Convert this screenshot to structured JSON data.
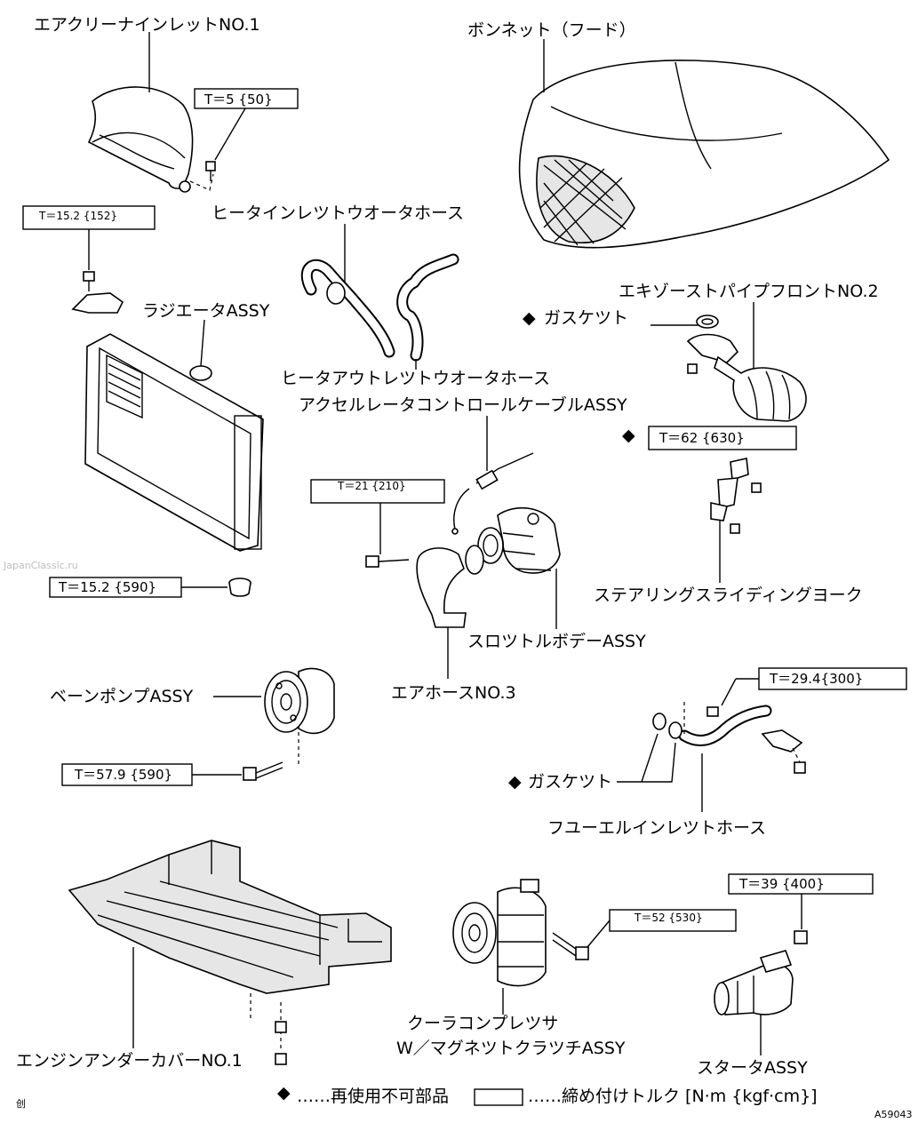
{
  "parts": {
    "air_cleaner_inlet": "エアクリーナインレットNO.1",
    "hood": "ボンネット（フード）",
    "heater_inlet_hose": "ヒータインレツトウオータホース",
    "radiator": "ラジエータASSY",
    "heater_outlet_hose": "ヒータアウトレツトウオータホース",
    "exhaust_pipe": "エキゾーストパイプフロントNO.2",
    "gasket_top": "ガスケツト",
    "accel_cable": "アクセルレータコントロールケーブルASSY",
    "steering_yoke": "ステアリングスライディングヨーク",
    "throttle_body": "スロツトルボデーASSY",
    "air_hose": "エアホースNO.3",
    "vane_pump": "ベーンポンプASSY",
    "gasket_bottom": "ガスケツト",
    "fuel_hose": "フユーエルインレツトホース",
    "engine_cover": "エンジンアンダーカバーNO.1",
    "compressor_line1": "クーラコンプレツサ",
    "compressor_line2": "W／マグネツトクラツチASSY",
    "starter": "スタータASSY"
  },
  "torques": {
    "air_cleaner": "T＝5 {50}",
    "radiator_bracket": "T＝15.2 {152}",
    "radiator_bottom": "T＝15.2 {590}",
    "throttle": "T＝21 {210}",
    "exhaust": "T＝62 {630}",
    "fuel": "T＝29.4{300}",
    "vane_pump": "T＝57.9 {590}",
    "compressor": "T＝52 {530}",
    "starter": "T＝39 {400}"
  },
  "legend": {
    "nonreusable": "……再使用不可部品",
    "torque": "……締め付けトルク [N·m {kgf·cm}]"
  },
  "watermark": "JapanClassic.ru",
  "figure_code": "A59043",
  "corner_mark": "创"
}
